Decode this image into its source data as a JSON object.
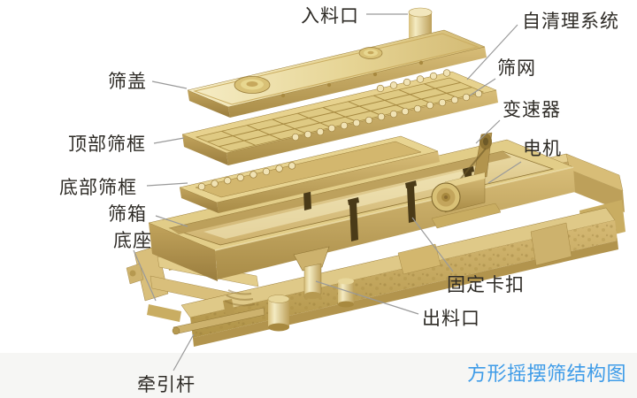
{
  "diagram": {
    "caption": "方形摇摆筛结构图",
    "labels": {
      "inlet": "入料口",
      "self_cleaning": "自清理系统",
      "cover": "筛盖",
      "mesh": "筛网",
      "top_frame": "顶部筛框",
      "gearbox": "变速器",
      "motor": "电机",
      "bottom_frame": "底部筛框",
      "box": "筛箱",
      "base": "底座",
      "clip": "固定卡扣",
      "outlet": "出料口",
      "traction_rod": "牵引杆"
    },
    "colors": {
      "caption_blue": "#3f9ce8",
      "label_text": "#2e2b26",
      "leader_line": "#9a9a9a",
      "machine_light": "#f2e6ba",
      "machine_mid": "#d9c07b",
      "machine_dark": "#a8894a",
      "machine_shadow": "#6e5a28"
    }
  }
}
